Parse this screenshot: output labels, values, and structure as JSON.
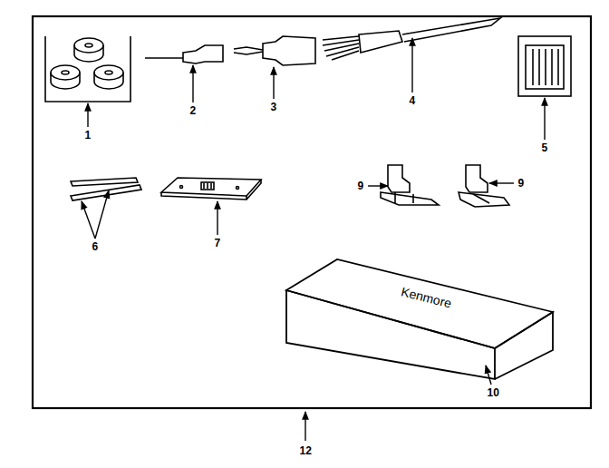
{
  "diagram": {
    "labels": [
      "1",
      "2",
      "3",
      "4",
      "5",
      "6",
      "7",
      "9",
      "9",
      "10",
      "12",
      "Kenmore"
    ]
  }
}
